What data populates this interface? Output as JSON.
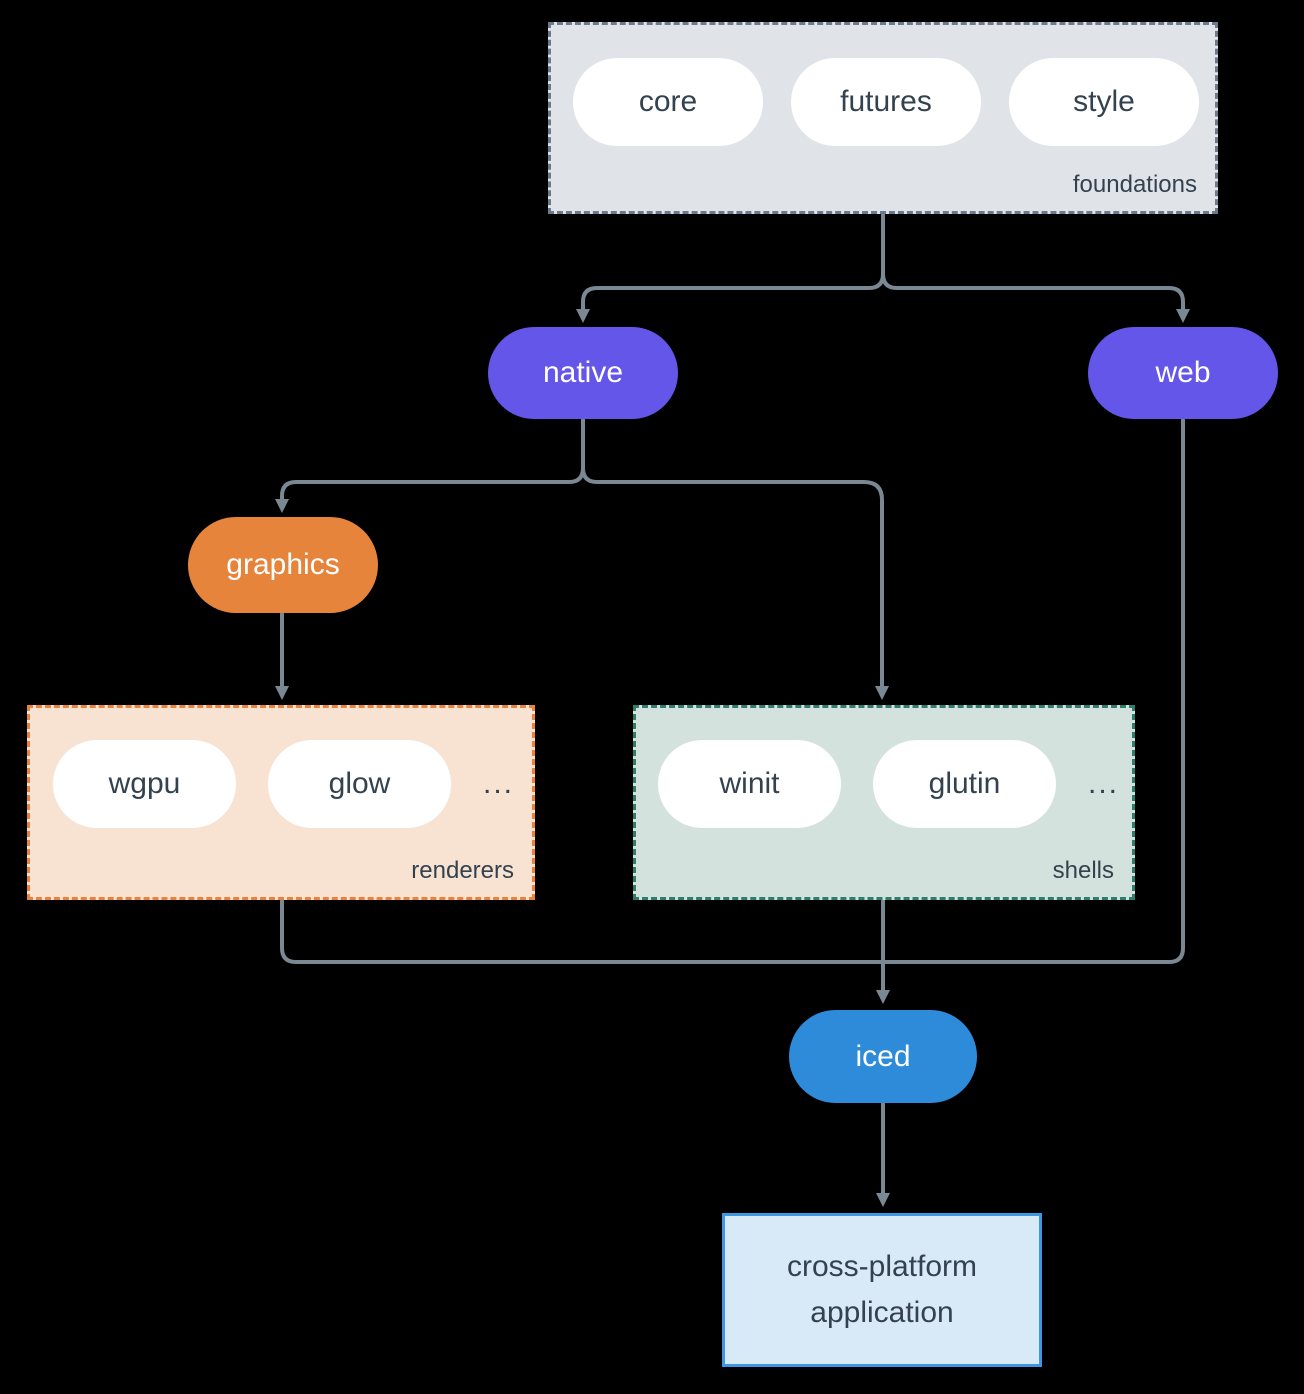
{
  "colors": {
    "background": "#000000",
    "arrow": "#7A8894",
    "purple": "#6356E8",
    "orange": "#E6843C",
    "blue": "#2E8BD9",
    "foundations_bg": "#E0E4E9",
    "foundations_border": "#6B7B8C",
    "renderers_bg": "#F8E3D3",
    "renderers_border": "#E8823D",
    "shells_bg": "#D3E2DC",
    "shells_border": "#2F7E6B",
    "app_bg": "#D8E9F8",
    "app_border": "#3D97E2",
    "pill_bg": "#FFFFFF",
    "text_dark": "#33424E",
    "text_light": "#FFFFFF"
  },
  "groups": {
    "foundations": {
      "label": "foundations",
      "pills": [
        "core",
        "futures",
        "style"
      ]
    },
    "renderers": {
      "label": "renderers",
      "pills": [
        "wgpu",
        "glow"
      ],
      "ellipsis": "..."
    },
    "shells": {
      "label": "shells",
      "pills": [
        "winit",
        "glutin"
      ],
      "ellipsis": "..."
    }
  },
  "nodes": {
    "native": {
      "label": "native"
    },
    "web": {
      "label": "web"
    },
    "graphics": {
      "label": "graphics"
    },
    "iced": {
      "label": "iced"
    },
    "app": {
      "label": "cross-platform application"
    }
  }
}
